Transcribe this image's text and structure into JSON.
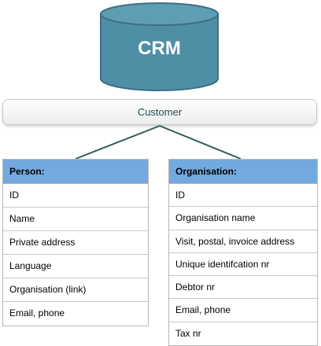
{
  "database": {
    "label": "CRM"
  },
  "customer": {
    "label": "Customer"
  },
  "person": {
    "title": "Person:",
    "rows": [
      "ID",
      "Name",
      "Private address",
      "Language",
      "Organisation (link)",
      "Email, phone"
    ]
  },
  "organisation": {
    "title": "Organisation:",
    "rows": [
      "ID",
      "Organisation name",
      "Visit, postal, invoice address",
      "Unique identifcation nr",
      "Debtor nr",
      "Email, phone",
      "Tax nr"
    ]
  },
  "colors": {
    "database_fill": "#4f8fa6",
    "database_stroke": "#3d6f82",
    "table_header": "#73a9df",
    "connector": "#2e5a5a"
  }
}
